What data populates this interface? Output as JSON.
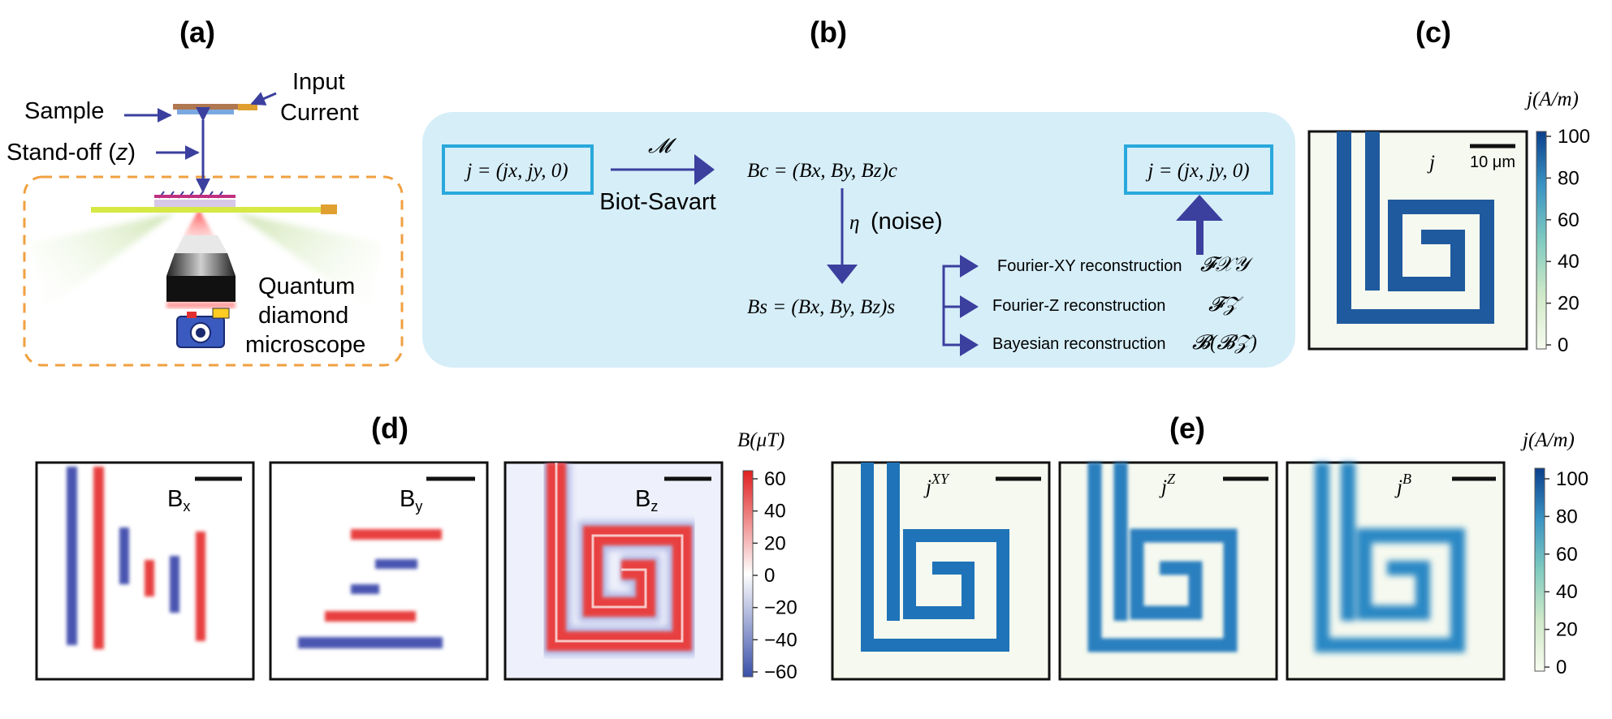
{
  "panels": {
    "a": "(a)",
    "b": "(b)",
    "c": "(c)",
    "d": "(d)",
    "e": "(e)"
  },
  "setup": {
    "input_current_1": "Input",
    "input_current_2": "Current",
    "sample": "Sample",
    "standoff": "Stand-off (",
    "standoff_z": "z",
    "standoff_close": ")",
    "qdm_1": "Quantum",
    "qdm_2": "diamond",
    "qdm_3": "microscope"
  },
  "flow": {
    "input_j": "j = (jx, jy, 0)",
    "operator": "𝓜",
    "biot_savart": "Biot-Savart",
    "bc": "Bc = (Bx, By, Bz)c",
    "eta": "η",
    "noise": "(noise)",
    "bs": "Bs = (Bx, By, Bz)s",
    "output_j": "j = (jx, jy, 0)",
    "recon_xy": "Fourier-XY reconstruction",
    "recon_xy_sym": "𝓕𝒳𝒴",
    "recon_z": "Fourier-Z reconstruction",
    "recon_z_sym": "𝓕𝒵",
    "recon_b": "Bayesian reconstruction",
    "recon_b_sym": "𝓑(𝓑𝒵)"
  },
  "panel_c": {
    "map_label": "j",
    "scalebar": "10 μm",
    "cbar_title": "j(A/m)",
    "cbar_ticks": [
      "100",
      "80",
      "60",
      "40",
      "20",
      "0"
    ]
  },
  "panel_d": {
    "maps": [
      {
        "sym": "B",
        "sub": "x"
      },
      {
        "sym": "B",
        "sub": "y"
      },
      {
        "sym": "B",
        "sub": "z"
      }
    ],
    "cbar_title": "B(μT)",
    "cbar_ticks": [
      "60",
      "40",
      "20",
      "0",
      "−20",
      "−40",
      "−60"
    ]
  },
  "panel_e": {
    "maps": [
      {
        "sym": "j",
        "sup": "XY"
      },
      {
        "sym": "j",
        "sup": "Z"
      },
      {
        "sym": "j",
        "sup": "B"
      }
    ],
    "cbar_title": "j(A/m)",
    "cbar_ticks": [
      "100",
      "80",
      "60",
      "40",
      "20",
      "0"
    ]
  },
  "colors": {
    "arrow": "#3b3f9e",
    "flow_bg": "#d6eef8",
    "box_border": "#29a8dc",
    "dashed_box": "#f0a040",
    "current_blue": "#1f5a9e",
    "field_red": "#e84040",
    "field_blue": "#4a55b0",
    "map_bg": "#f6f9ef"
  }
}
